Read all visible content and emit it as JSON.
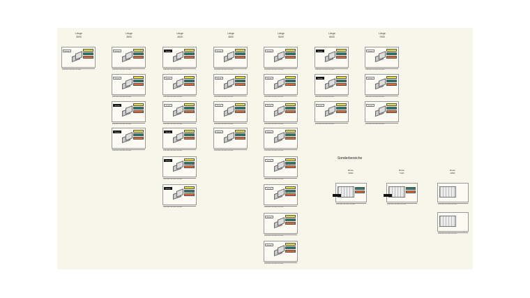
{
  "columns": [
    {
      "label": "Länge",
      "value": "3000"
    },
    {
      "label": "Länge",
      "value": "3500"
    },
    {
      "label": "Länge",
      "value": "4000"
    },
    {
      "label": "Länge",
      "value": "4500"
    },
    {
      "label": "Länge",
      "value": "5000"
    },
    {
      "label": "Länge",
      "value": "6000"
    },
    {
      "label": "Länge",
      "value": "7000"
    }
  ],
  "card_tag": "Variante",
  "card_ruler": "0  500  1000  1500  2000  2500  3000",
  "special": {
    "title": "Sonderbereiche",
    "groups": [
      {
        "label": "Breite",
        "value": "6000"
      },
      {
        "label": "Breite",
        "value": "7120"
      },
      {
        "label": "Breite",
        "value": "4800"
      }
    ]
  },
  "colors": {
    "yellow": "#e9e23b",
    "teal": "#1f7d6e",
    "orange": "#e2652f",
    "board": "#f7f6ea"
  }
}
